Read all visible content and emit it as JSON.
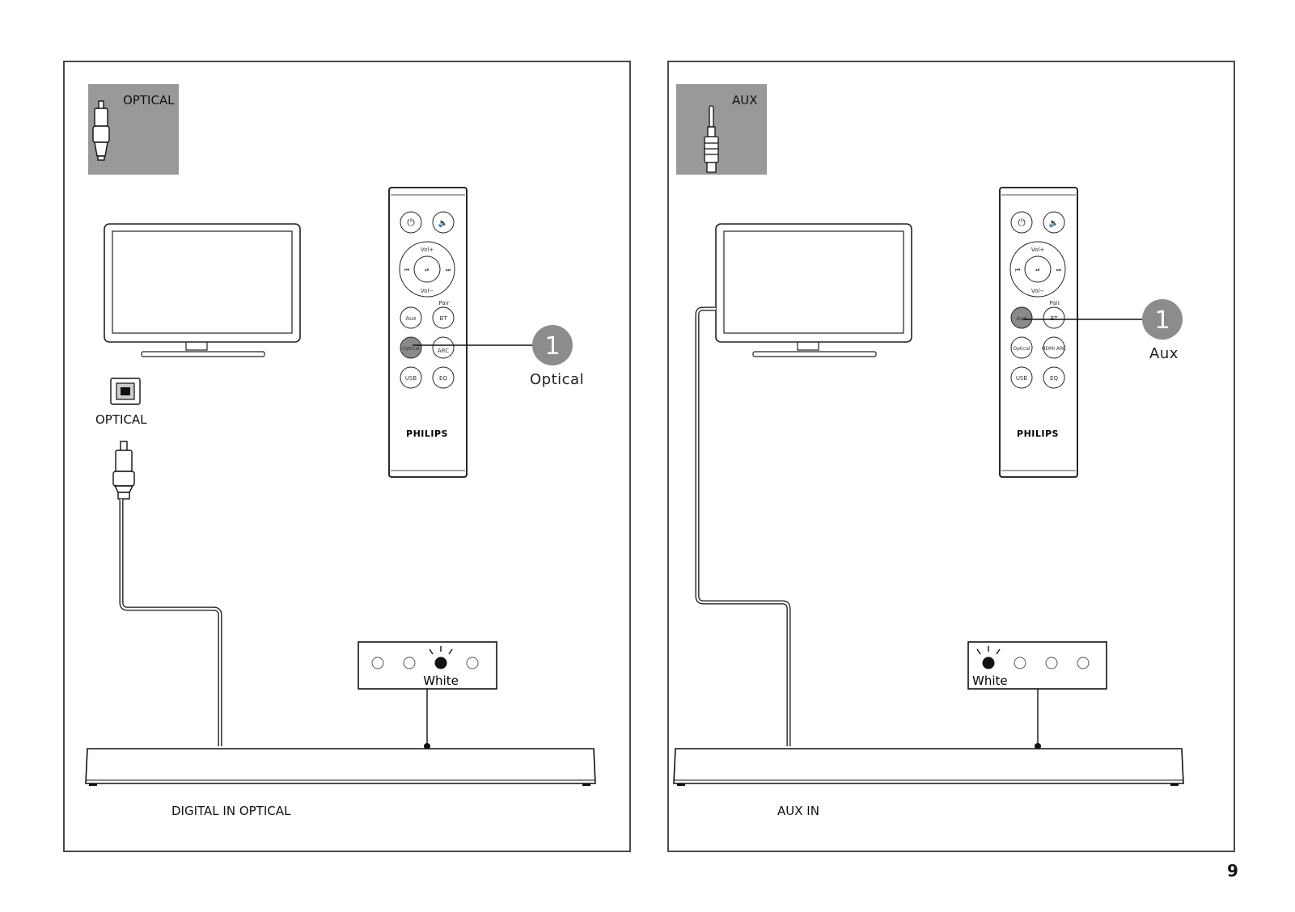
{
  "page_number": "9",
  "panels": [
    {
      "id": "optical",
      "corner_label": "OPTICAL",
      "connector_caption": "OPTICAL",
      "callout_number": "1",
      "callout_label": "Optical",
      "highlighted_button": "Optical",
      "indicator_label": "White",
      "lit_indicator": 3,
      "footer_label": "DIGITAL IN OPTICAL",
      "remote": {
        "brand": "PHILIPS",
        "vol_plus": "Vol+",
        "vol_minus": "Vol−",
        "pair": "Pair",
        "buttons": [
          "Aux",
          "BT",
          "Optical",
          "ARC",
          "USB",
          "EQ"
        ]
      }
    },
    {
      "id": "aux",
      "corner_label": "AUX",
      "callout_number": "1",
      "callout_label": "Aux",
      "highlighted_button": "Aux",
      "indicator_label": "White",
      "lit_indicator": 1,
      "footer_label": "AUX IN",
      "remote": {
        "brand": "PHILIPS",
        "vol_plus": "Vol+",
        "vol_minus": "Vol−",
        "pair": "Pair",
        "buttons": [
          "Aux",
          "BT",
          "Optical",
          "HDMI ARC",
          "USB",
          "EQ"
        ]
      }
    }
  ],
  "colors": {
    "panel_border": "#4a4a4a",
    "corner_box": "#999999",
    "highlight": "#8a8a8a",
    "callout_circle": "#8c8c8c",
    "line": "#111111"
  }
}
